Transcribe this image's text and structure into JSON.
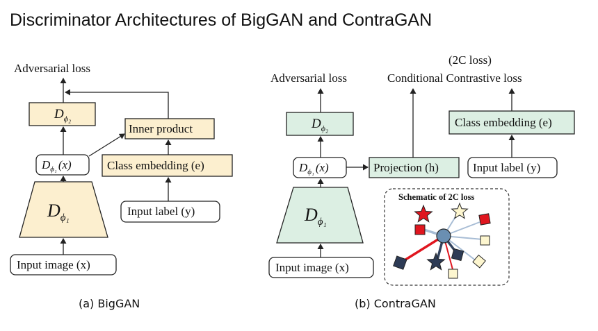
{
  "title": "Discriminator Architectures of BigGAN and ContraGAN",
  "colors": {
    "biggan_fill": "#fcefcf",
    "contragan_fill": "#dcefe3",
    "white": "#ffffff",
    "red": "#e0161f",
    "yellow": "#fdf6cf",
    "navy": "#2d3b55",
    "steel": "#6a8fb2",
    "red_line": "#e0161f",
    "navy_line": "#33435e",
    "light_line": "#a8bdd5"
  },
  "biggan": {
    "caption": "(a) BigGAN",
    "output": "Adversarial loss",
    "d_phi2": "D",
    "d_phi2_sub": "ϕ₂",
    "d_phi1x": "D",
    "d_phi1x_sub": "ϕ₁",
    "d_phi1x_arg": "(x)",
    "d_phi1": "D",
    "d_phi1_sub": "ϕ₁",
    "input_image": "Input image (x)",
    "inner_product": "Inner product",
    "class_embedding": "Class embedding (e)",
    "input_label": "Input label (y)"
  },
  "contragan": {
    "caption": "(b) ContraGAN",
    "output_adv": "Adversarial loss",
    "output_2c_top": "(2C loss)",
    "output_2c": "Conditional Contrastive loss",
    "d_phi2": "D",
    "d_phi2_sub": "ϕ₂",
    "d_phi1x": "D",
    "d_phi1x_sub": "ϕ₁",
    "d_phi1x_arg": "(x)",
    "d_phi1": "D",
    "d_phi1_sub": "ϕ₁",
    "input_image": "Input image (x)",
    "projection": "Projection (h)",
    "class_embedding": "Class embedding (e)",
    "input_label": "Input label (y)",
    "schematic_title": "Schematic of 2C loss"
  }
}
